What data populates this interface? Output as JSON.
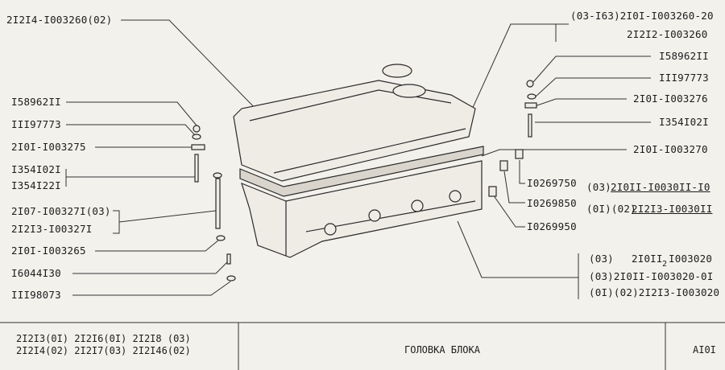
{
  "parts": {
    "valve_cover": "2I2I4-I003260(02)",
    "valve_cover_alt_1": "(03-I63)2I0I-I003260-20",
    "valve_cover_alt_2": "2I2I2-I003260",
    "nut_left": "I58962II",
    "washer_left": "III97773",
    "plate_left": "2I0I-I003275",
    "stud_left_1": "I354I02I",
    "stud_left_2": "I354I22I",
    "bolt_1": "2I07-I00327I(03)",
    "bolt_2": "2I2I3-I00327I",
    "washer_bolt": "2I0I-I003265",
    "screw": "I6044I30",
    "washer_small": "III98073",
    "nut_right": "I58962II",
    "washer_right": "III97773",
    "plate_right": "2I0I-I003276",
    "stud_right": "I354I02I",
    "gasket": "2I0I-I003270",
    "plug_1": "I0269750",
    "plug_1_applic": "(03)",
    "plug_1_part": "2I0II-I0030II-I0",
    "plug_2": "I0269850",
    "plug_2_applic": "(0I)(02)",
    "plug_2_part": "2I2I3-I0030II",
    "plug_3": "I0269950",
    "head_1a": "(03)",
    "head_1b": "2I0II",
    "head_1c": "2",
    "head_1d": "I003020",
    "head_2": "(03)2I0II-I003020-0I",
    "head_3": "(0I)(02)2I2I3-I003020"
  },
  "footer": {
    "models_row1": "2I2I3(0I)  2I2I6(0I)  2I2I8 (03)",
    "models_row2": "2I2I4(02)  2I2I7(03)  2I2I46(02)",
    "title": "ГОЛОВКА  БЛОКА",
    "code": "AI0I"
  }
}
